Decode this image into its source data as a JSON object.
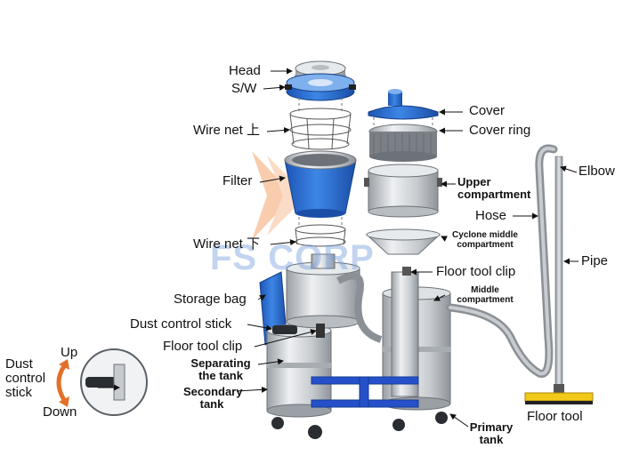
{
  "labels": {
    "head": "Head",
    "sw": "S/W",
    "wire_net_upper": "Wire net 上",
    "filter": "Filter",
    "wire_net_lower": "Wire net 下",
    "storage_bag": "Storage bag",
    "dust_control_stick": "Dust control stick",
    "floor_tool_clip_left": "Floor tool clip",
    "separating_tank_1": "Separating",
    "separating_tank_2": "the tank",
    "secondary_tank_1": "Secondary",
    "secondary_tank_2": "tank",
    "cover": "Cover",
    "cover_ring": "Cover ring",
    "upper_compartment_1": "Upper",
    "upper_compartment_2": "compartment",
    "hose": "Hose",
    "cyclone_1": "Cyclone middle",
    "cyclone_2": "compartment",
    "floor_tool_clip_right": "Floor tool clip",
    "middle_compartment_1": "Middle",
    "middle_compartment_2": "compartment",
    "elbow": "Elbow",
    "pipe": "Pipe",
    "floor_tool": "Floor tool",
    "primary_tank_1": "Primary",
    "primary_tank_2": "tank"
  },
  "inset": {
    "title_1": "Dust",
    "title_2": "control",
    "title_3": "stick",
    "up": "Up",
    "down": "Down"
  },
  "watermark": "FS CORP",
  "colors": {
    "blue_part": "#2f6fd6",
    "light_blue": "#8fb7ea",
    "steel": "#c9ccd0",
    "steel_dark": "#8d9196",
    "frame_blue": "#2451c9",
    "floor_tool_yellow": "#f2c81a",
    "arrow_orange": "#e2702a"
  }
}
